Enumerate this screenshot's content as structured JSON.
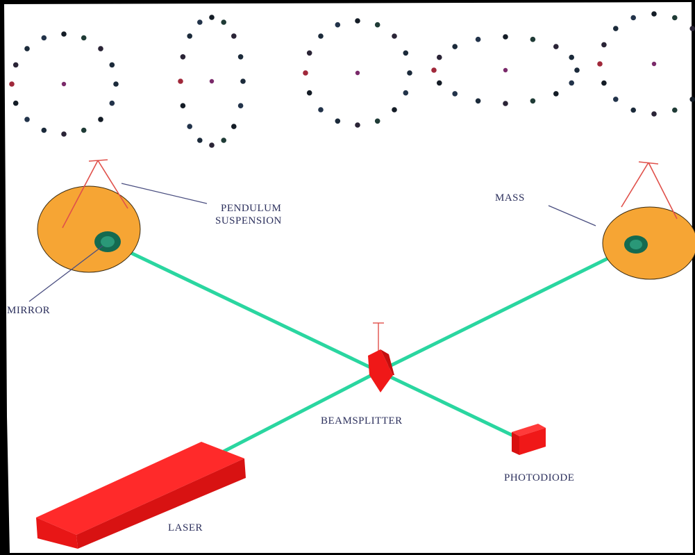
{
  "labels": {
    "pendulum_suspension_line1": "PENDULUM",
    "pendulum_suspension_line2": "SUSPENSION",
    "mass": "MASS",
    "mirror": "MIRROR",
    "beamsplitter": "BEAMSPLITTER",
    "photodiode": "PHOTODIODE",
    "laser": "LASER"
  },
  "colors": {
    "background": "#ffffff",
    "frame": "#000000",
    "beam": "#2ad6a0",
    "mass": "#f6a534",
    "mirror": "#146a50",
    "component_red": "#f01818",
    "suspension": "#e0504a",
    "label_text": "#2b2f5c",
    "pointer_line": "#4a4e80"
  },
  "ring_patterns": {
    "description_count": 5,
    "shapes": [
      "circle",
      "vertical-ellipse",
      "circle",
      "horizontal-ellipse",
      "circle"
    ]
  }
}
